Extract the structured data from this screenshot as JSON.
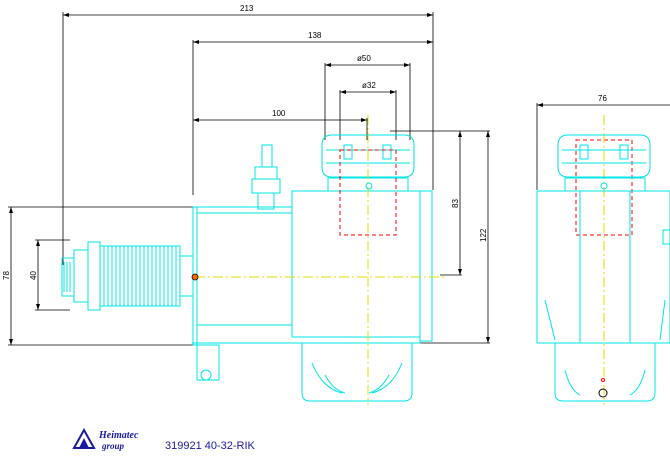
{
  "dimensions": {
    "overall_length": "213",
    "body_length": "138",
    "nut_diameter": "ø50",
    "collet_diameter": "ø32",
    "spindle_offset": "100",
    "height_83": "83",
    "height_122": "122",
    "height_78": "78",
    "shank_40": "40",
    "side_width": "76"
  },
  "title_block": {
    "part_code": "319921 40-32-RIK",
    "logo_label": "Heimatec logo"
  },
  "colors": {
    "outline": "#00e5e5",
    "dimension": "#000000",
    "hidden": "#ff0000",
    "centerline": "#e0e000",
    "logo": "#1a1aa0"
  }
}
